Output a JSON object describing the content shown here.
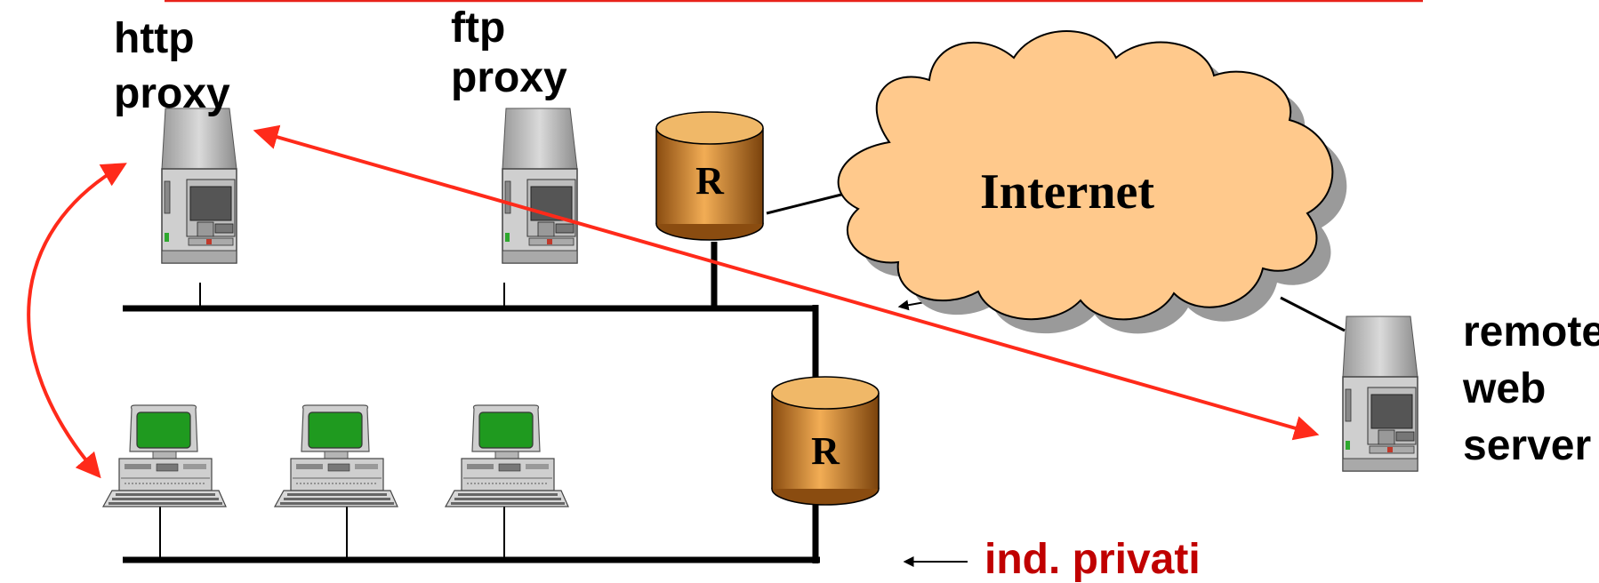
{
  "labels": {
    "http_proxy": [
      "http",
      "proxy"
    ],
    "ftp_proxy": [
      "ftp",
      "proxy"
    ],
    "remote_server": [
      "remote",
      "web",
      "server"
    ],
    "private_addresses": "ind. privati"
  },
  "cloud": {
    "label": "Internet"
  },
  "routers": {
    "top": "R",
    "bottom": "R"
  },
  "colors": {
    "arrow": "#ff2a1a",
    "private_label": "#c00000",
    "cloud_fill": "#ffc98c",
    "router_fill": "#d4892a",
    "screen": "#1f9a1f"
  }
}
